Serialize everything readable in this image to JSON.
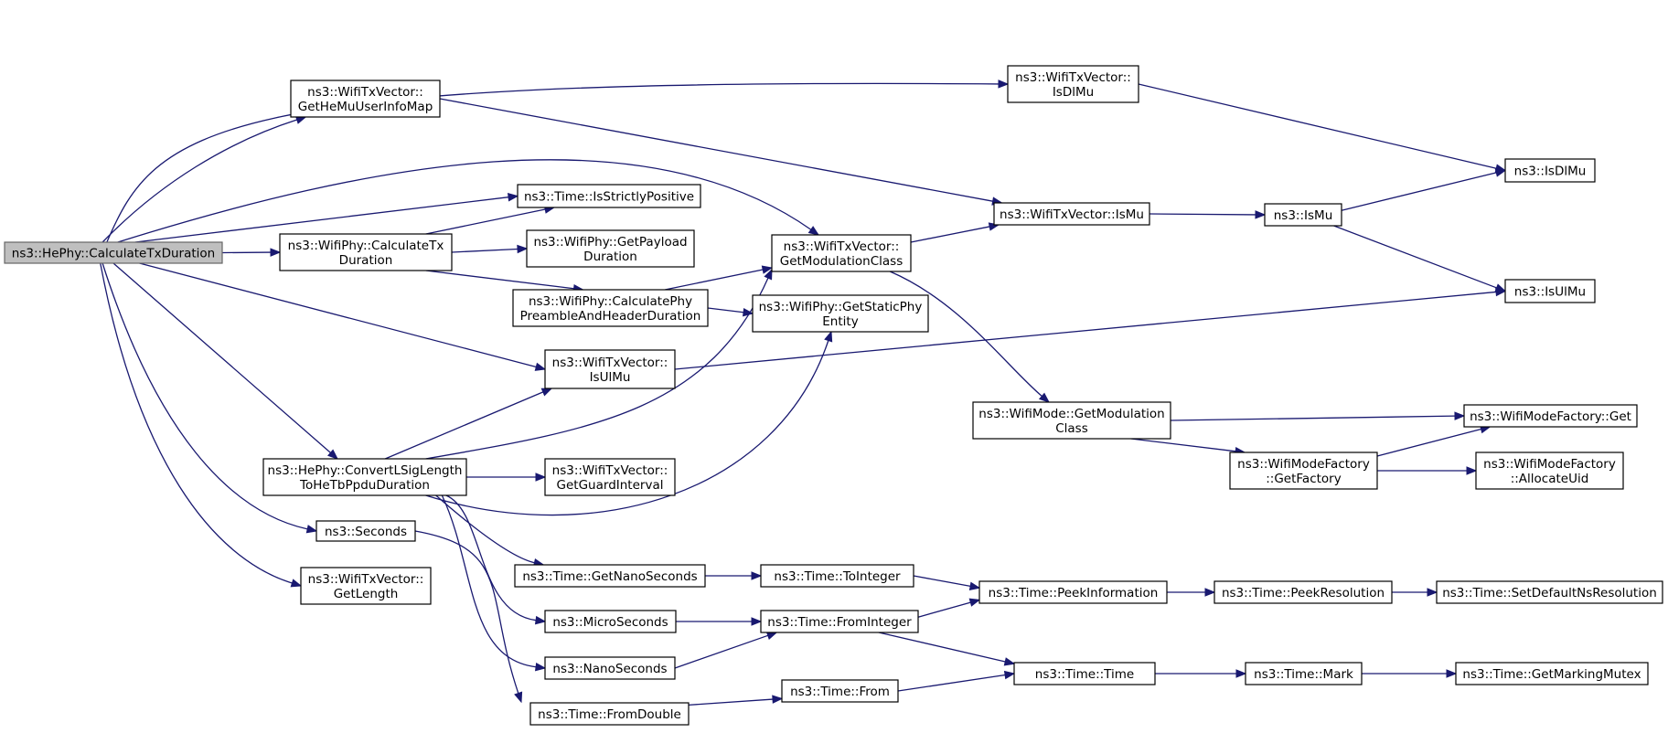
{
  "colors": {
    "edge": "#191970",
    "root_fill": "#bfbfbf",
    "node_fill": "#ffffff",
    "node_border": "#000000"
  },
  "nodes": [
    {
      "id": "calcTx",
      "lines": [
        "ns3::HePhy::CalculateTxDuration"
      ],
      "root": true
    },
    {
      "id": "getHeMu",
      "lines": [
        "ns3::WifiTxVector::",
        "GetHeMuUserInfoMap"
      ]
    },
    {
      "id": "isDlMuVec",
      "lines": [
        "ns3::WifiTxVector::",
        "IsDlMu"
      ]
    },
    {
      "id": "isStrict",
      "lines": [
        "ns3::Time::IsStrictlyPositive"
      ]
    },
    {
      "id": "wpCalcTx",
      "lines": [
        "ns3::WifiPhy::CalculateTx",
        "Duration"
      ]
    },
    {
      "id": "getPayload",
      "lines": [
        "ns3::WifiPhy::GetPayload",
        "Duration"
      ]
    },
    {
      "id": "calcPre",
      "lines": [
        "ns3::WifiPhy::CalculatePhy",
        "PreambleAndHeaderDuration"
      ]
    },
    {
      "id": "getModVec",
      "lines": [
        "ns3::WifiTxVector::",
        "GetModulationClass"
      ]
    },
    {
      "id": "getStatic",
      "lines": [
        "ns3::WifiPhy::GetStaticPhy",
        "Entity"
      ]
    },
    {
      "id": "isMuVec",
      "lines": [
        "ns3::WifiTxVector::IsMu"
      ]
    },
    {
      "id": "isMu",
      "lines": [
        "ns3::IsMu"
      ]
    },
    {
      "id": "isDlMu",
      "lines": [
        "ns3::IsDlMu"
      ]
    },
    {
      "id": "isUlMu",
      "lines": [
        "ns3::IsUlMu"
      ]
    },
    {
      "id": "isUlMuVec",
      "lines": [
        "ns3::WifiTxVector::",
        "IsUlMu"
      ]
    },
    {
      "id": "modeGetMod",
      "lines": [
        "ns3::WifiMode::GetModulation",
        "Class"
      ]
    },
    {
      "id": "factGet",
      "lines": [
        "ns3::WifiModeFactory::Get"
      ]
    },
    {
      "id": "factGetF",
      "lines": [
        "ns3::WifiModeFactory",
        "::GetFactory"
      ]
    },
    {
      "id": "factAlloc",
      "lines": [
        "ns3::WifiModeFactory",
        "::AllocateUid"
      ]
    },
    {
      "id": "convL",
      "lines": [
        "ns3::HePhy::ConvertLSigLength",
        "ToHeTbPpduDuration"
      ]
    },
    {
      "id": "getGuard",
      "lines": [
        "ns3::WifiTxVector::",
        "GetGuardInterval"
      ]
    },
    {
      "id": "seconds",
      "lines": [
        "ns3::Seconds"
      ]
    },
    {
      "id": "getLen",
      "lines": [
        "ns3::WifiTxVector::",
        "GetLength"
      ]
    },
    {
      "id": "getNano",
      "lines": [
        "ns3::Time::GetNanoSeconds"
      ]
    },
    {
      "id": "toInt",
      "lines": [
        "ns3::Time::ToInteger"
      ]
    },
    {
      "id": "peekInfo",
      "lines": [
        "ns3::Time::PeekInformation"
      ]
    },
    {
      "id": "peekRes",
      "lines": [
        "ns3::Time::PeekResolution"
      ]
    },
    {
      "id": "setDef",
      "lines": [
        "ns3::Time::SetDefaultNsResolution"
      ]
    },
    {
      "id": "micro",
      "lines": [
        "ns3::MicroSeconds"
      ]
    },
    {
      "id": "fromInt",
      "lines": [
        "ns3::Time::FromInteger"
      ]
    },
    {
      "id": "nano",
      "lines": [
        "ns3::NanoSeconds"
      ]
    },
    {
      "id": "time",
      "lines": [
        "ns3::Time::Time"
      ]
    },
    {
      "id": "mark",
      "lines": [
        "ns3::Time::Mark"
      ]
    },
    {
      "id": "getMutex",
      "lines": [
        "ns3::Time::GetMarkingMutex"
      ]
    },
    {
      "id": "fromDbl",
      "lines": [
        "ns3::Time::FromDouble"
      ]
    },
    {
      "id": "from",
      "lines": [
        "ns3::Time::From"
      ]
    }
  ],
  "edges": [
    [
      "calcTx",
      "getHeMu"
    ],
    [
      "calcTx",
      "isDlMuVec"
    ],
    [
      "calcTx",
      "isStrict"
    ],
    [
      "calcTx",
      "wpCalcTx"
    ],
    [
      "calcTx",
      "getModVec"
    ],
    [
      "calcTx",
      "isUlMuVec"
    ],
    [
      "calcTx",
      "convL"
    ],
    [
      "calcTx",
      "seconds"
    ],
    [
      "calcTx",
      "getLen"
    ],
    [
      "getHeMu",
      "isMuVec"
    ],
    [
      "isDlMuVec",
      "isDlMu"
    ],
    [
      "wpCalcTx",
      "isStrict"
    ],
    [
      "wpCalcTx",
      "getPayload"
    ],
    [
      "wpCalcTx",
      "calcPre"
    ],
    [
      "calcPre",
      "getModVec"
    ],
    [
      "calcPre",
      "getStatic"
    ],
    [
      "getModVec",
      "isMuVec"
    ],
    [
      "getModVec",
      "modeGetMod"
    ],
    [
      "isMuVec",
      "isMu"
    ],
    [
      "isMu",
      "isDlMu"
    ],
    [
      "isMu",
      "isUlMu"
    ],
    [
      "isUlMuVec",
      "isUlMu"
    ],
    [
      "modeGetMod",
      "factGet"
    ],
    [
      "modeGetMod",
      "factGetF"
    ],
    [
      "factGetF",
      "factGet"
    ],
    [
      "factGetF",
      "factAlloc"
    ],
    [
      "convL",
      "isUlMuVec"
    ],
    [
      "convL",
      "getModVec"
    ],
    [
      "convL",
      "getGuard"
    ],
    [
      "convL",
      "getStatic"
    ],
    [
      "convL",
      "getNano"
    ],
    [
      "convL",
      "micro"
    ],
    [
      "convL",
      "nano"
    ],
    [
      "seconds",
      "fromDbl"
    ],
    [
      "getNano",
      "toInt"
    ],
    [
      "toInt",
      "peekInfo"
    ],
    [
      "peekInfo",
      "peekRes"
    ],
    [
      "peekRes",
      "setDef"
    ],
    [
      "micro",
      "fromInt"
    ],
    [
      "nano",
      "fromInt"
    ],
    [
      "fromInt",
      "peekInfo"
    ],
    [
      "fromInt",
      "time"
    ],
    [
      "time",
      "mark"
    ],
    [
      "mark",
      "getMutex"
    ],
    [
      "fromDbl",
      "from"
    ],
    [
      "from",
      "time"
    ]
  ]
}
